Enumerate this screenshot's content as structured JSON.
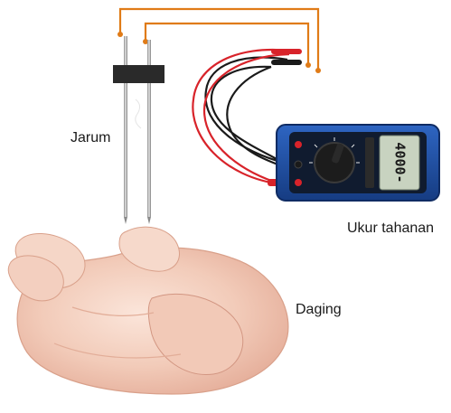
{
  "labels": {
    "needle": "Jarum",
    "measure": "Ukur tahanan",
    "meat": "Daging"
  },
  "multimeter": {
    "display_value": "4000-"
  },
  "colors": {
    "wire_orange": "#e07b17",
    "meter_body": "#1f4fa3",
    "probe_red": "#d8232a",
    "probe_black": "#1a1a1a",
    "chicken_skin": "#f4d2c2"
  },
  "icons": {
    "meter": "multimeter-icon",
    "needles": "needle-probe-icon",
    "meat": "raw-chicken-icon"
  }
}
